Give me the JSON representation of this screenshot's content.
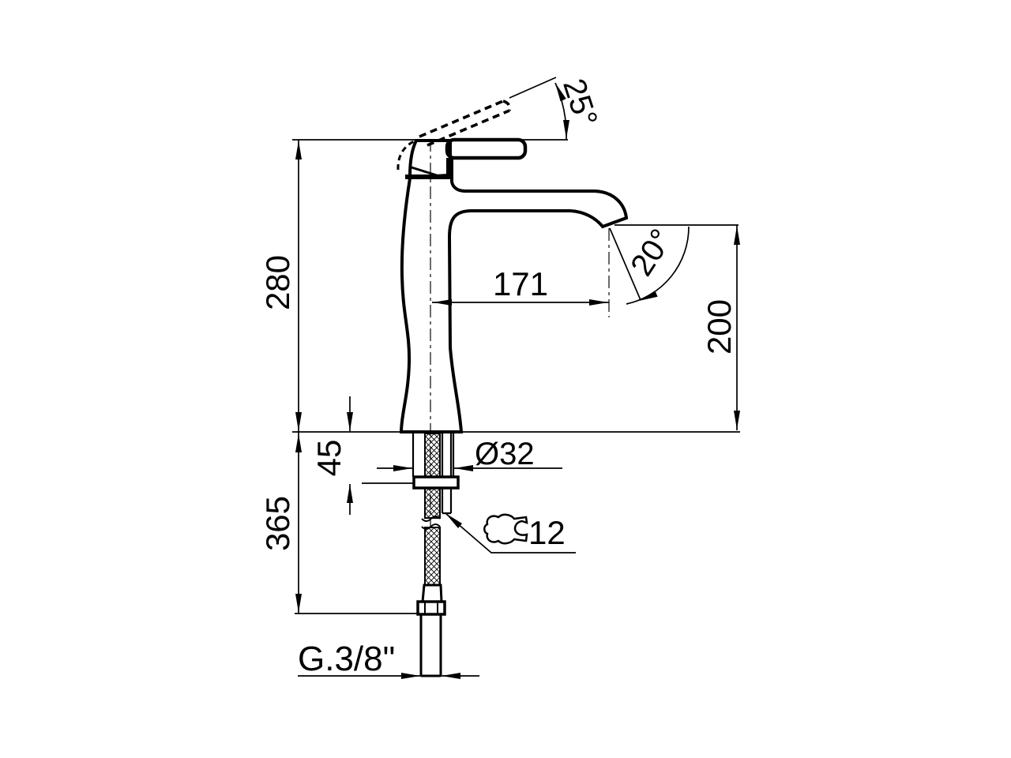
{
  "drawing": {
    "background": "#ffffff",
    "line_color": "#000000",
    "labels": {
      "d280": "280",
      "d365": "365",
      "d45": "45",
      "d171": "171",
      "d200": "200",
      "dia32": "Ø32",
      "a25": "25°",
      "a20": "20°",
      "wrench12": "12",
      "thread": "G.3/8\""
    }
  }
}
